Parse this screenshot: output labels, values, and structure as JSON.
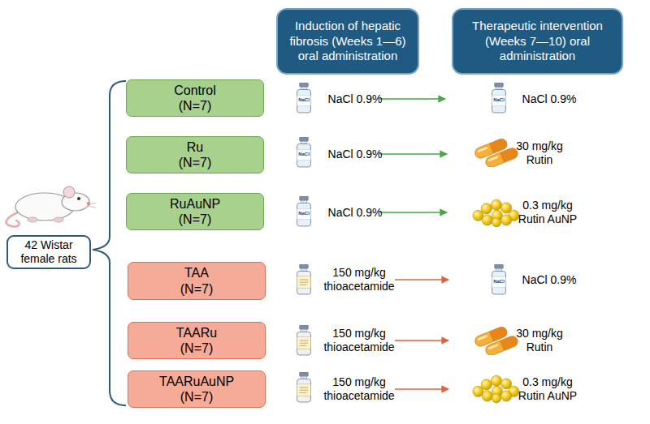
{
  "diagram": {
    "nodes": [
      {
        "text": [
          "Induction of hepatic fibrosis (Weeks 1—6) oral administration"
        ]
      },
      {
        "text": [
          "Therapeutic intervention (Weeks 7—10) oral administration"
        ]
      },
      {
        "text": [
          "42 Wistar female rats"
        ]
      },
      {
        "text": [
          "Control (N=7)"
        ]
      },
      {
        "text": [
          "Ru (N=7)"
        ]
      },
      {
        "text": [
          "RuAuNP (N=7)"
        ]
      },
      {
        "text": [
          "TAA (N=7)"
        ]
      },
      {
        "text": [
          "TAARu (N=7)"
        ]
      },
      {
        "text": [
          "TAARuAuNP (N=7)"
        ]
      }
    ],
    "labels": [
      "NaCl",
      "NaCl 0.9%",
      "NaCl",
      "NaCl 0.9%",
      "NaCl",
      "NaCl 0.9%",
      "30 mg/kg Rutin",
      "NaCl",
      "NaCl 0.9%",
      "0.3 mg/kg Rutin AuNP",
      "150 mg/kg thioacetamide",
      "NaCl",
      "NaCl 0.9%",
      "150 mg/kg thioacetamide",
      "30 mg/kg Rutin",
      "150 mg/kg thioacetamide",
      "0.3 mg/kg Rutin AuNP"
    ]
  }
}
